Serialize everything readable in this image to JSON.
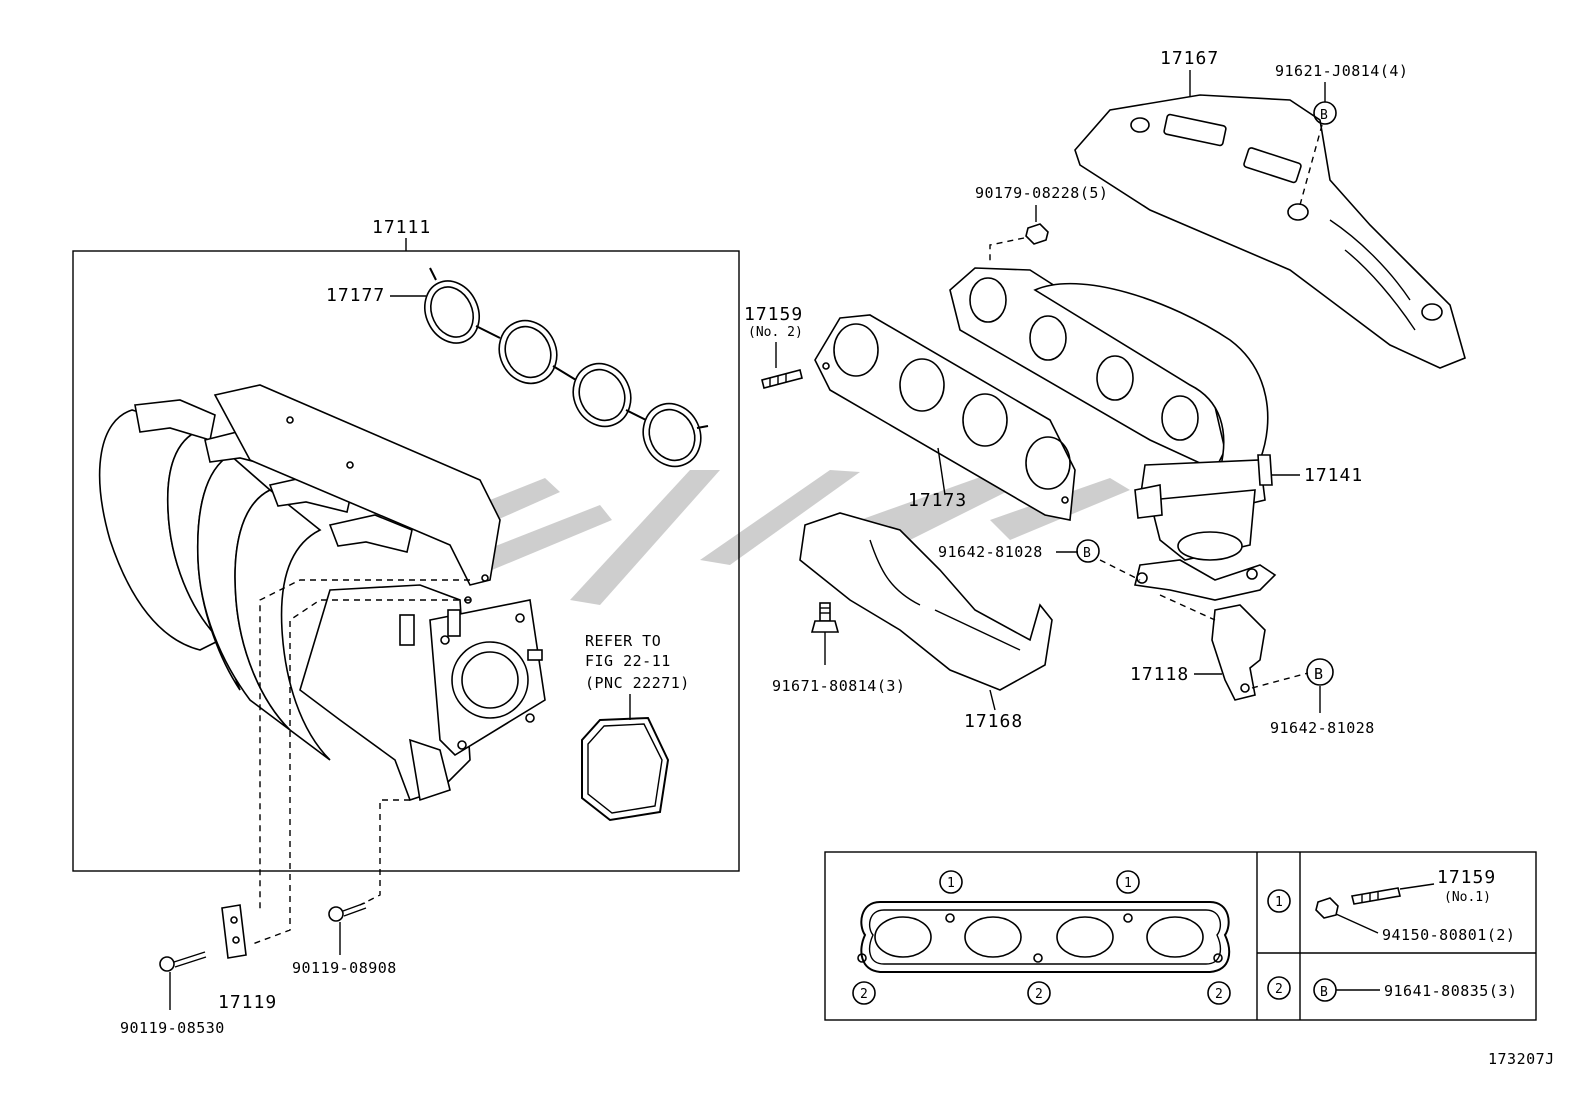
{
  "labels": {
    "p17111": "17111",
    "p17177": "17177",
    "p17159_top": "17159",
    "p17159_top_sub": "(No. 2)",
    "p17173": "17173",
    "p90179": "90179-08228(5)",
    "p17167": "17167",
    "p91621": "91621-J0814(4)",
    "p17141": "17141",
    "p91642_a": "91642-81028",
    "p91671": "91671-80814(3)",
    "p17168": "17168",
    "p17118": "17118",
    "p91642_b": "91642-81028",
    "refer_line1": "REFER TO",
    "refer_line2": "FIG 22-11",
    "refer_line3": "(PNC 22271)",
    "p90119_a": "90119-08908",
    "p17119": "17119",
    "p90119_b": "90119-08530",
    "legend_p17159": "17159",
    "legend_p17159_sub": "(No.1)",
    "legend_p94150": "94150-80801(2)",
    "legend_p91641": "91641-80835(3)",
    "circle_1": "1",
    "circle_2": "2",
    "circle_b": "B",
    "figure_code": "173207J"
  }
}
